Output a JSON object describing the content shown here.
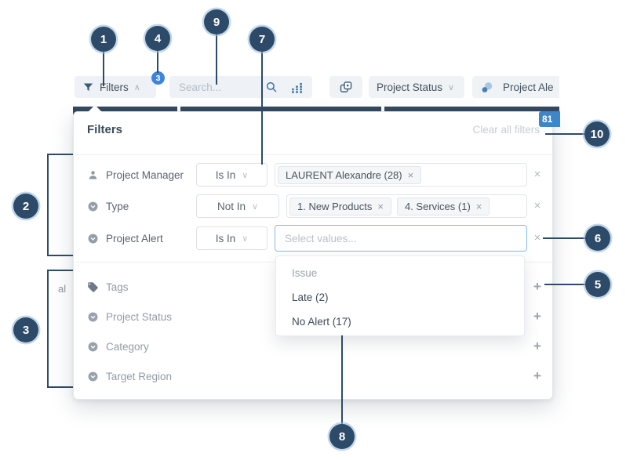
{
  "icons": {
    "chevron_up": "∧",
    "chevron_down": "∨",
    "remove": "×",
    "add": "+"
  },
  "toolbar": {
    "filters": {
      "label": "Filters",
      "badge": "3"
    },
    "search_placeholder": "Search...",
    "project_status": "Project Status",
    "project_alert": "Project Ale",
    "count_badge": "81"
  },
  "background_fragment": "al",
  "panel": {
    "title": "Filters",
    "clear_all": "Clear all filters",
    "active": [
      {
        "label": "Project Manager",
        "operator": "Is In",
        "chips": [
          "LAURENT Alexandre (28)"
        ]
      },
      {
        "label": "Type",
        "operator": "Not In",
        "chips": [
          "1. New Products",
          "4. Services (1)"
        ]
      },
      {
        "label": "Project Alert",
        "operator": "Is In",
        "placeholder": "Select values..."
      }
    ],
    "available": [
      {
        "label": "Tags"
      },
      {
        "label": "Project Status"
      },
      {
        "label": "Category"
      },
      {
        "label": "Target Region"
      }
    ],
    "dropdown": [
      "Issue",
      "Late (2)",
      "No Alert (17)"
    ]
  },
  "callouts": [
    "1",
    "2",
    "3",
    "4",
    "5",
    "6",
    "7",
    "8",
    "9",
    "10"
  ]
}
